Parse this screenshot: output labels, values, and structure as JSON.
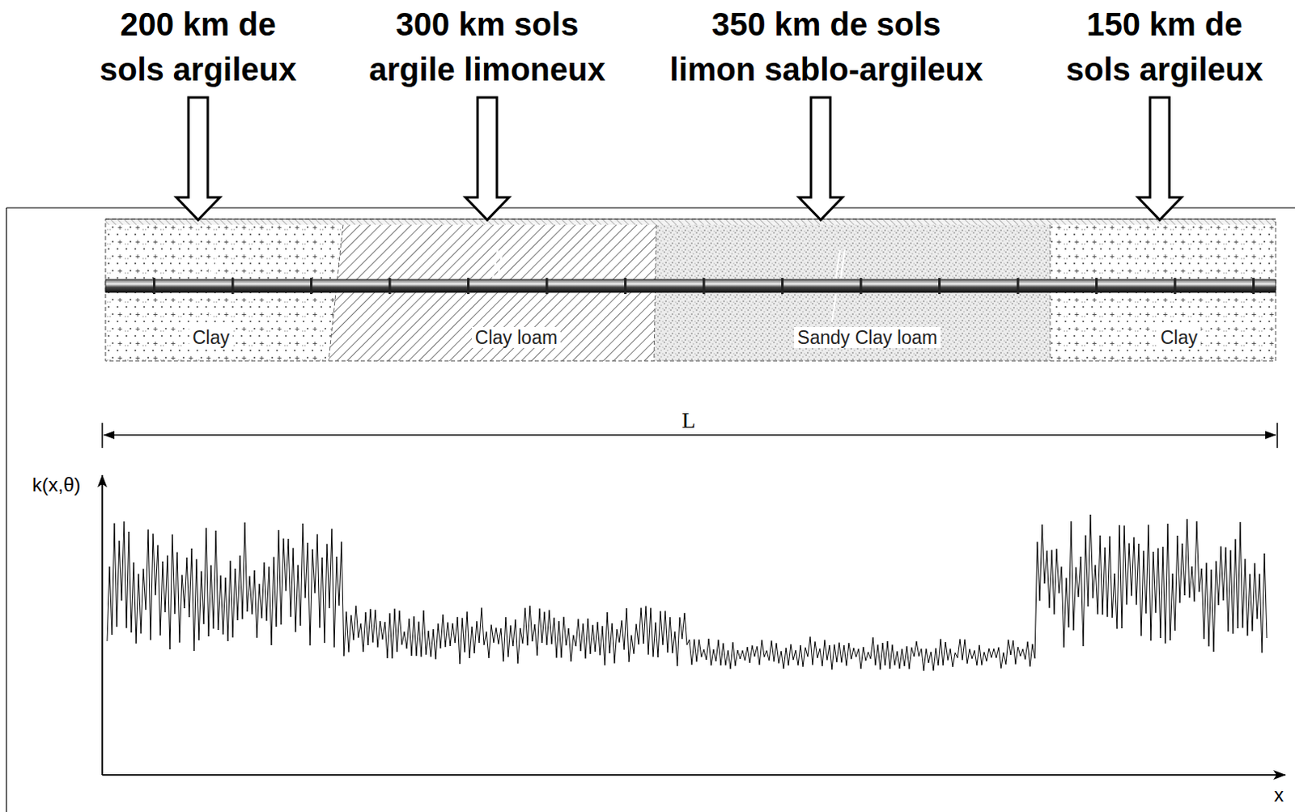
{
  "diagram": {
    "nodes": [
      {
        "text": [
          "Clay"
        ]
      },
      {
        "text": [
          "Clay loam"
        ]
      },
      {
        "text": [
          "Sandy Clay loam"
        ]
      },
      {
        "text": [
          "Clay"
        ]
      }
    ],
    "labels": [
      "200 km de sols argileux",
      "300 km sols argile limoneux",
      "350 km de sols limon sablo-argileux",
      "150 km de sols argileux",
      "L",
      "k(x,θ)",
      "x"
    ]
  }
}
